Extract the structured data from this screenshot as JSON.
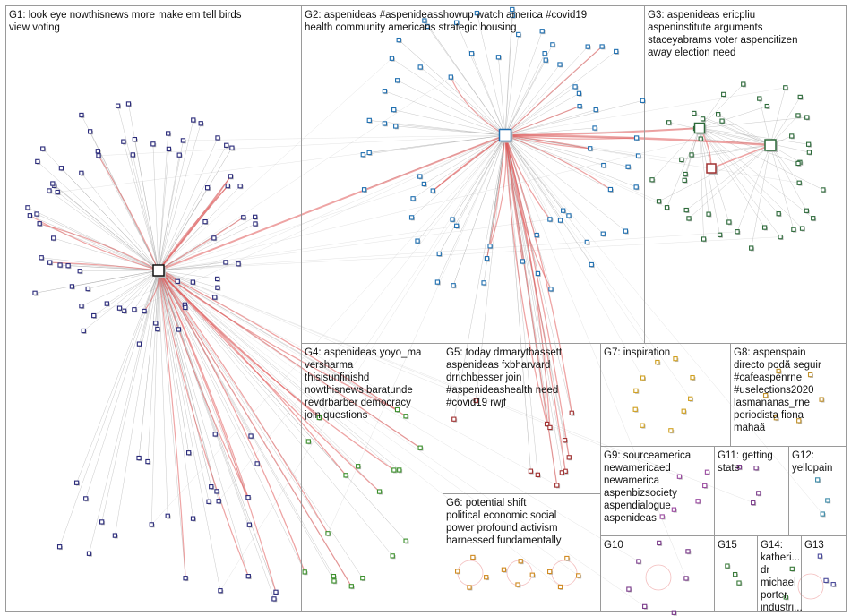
{
  "colors": {
    "border": "#9a9a9a",
    "edge": "#9a9a9a",
    "edge_highlight": "#e05a5a",
    "node_shadow": "#bdbdbd",
    "g1": "#2a2a7a",
    "g2": "#1f6fb0",
    "g3": "#2d6a3a",
    "g4": "#3a8f2a",
    "g5": "#a03030",
    "g6": "#d08a20",
    "g7": "#d0a020",
    "g8": "#c0902a",
    "g9": "#9a4aa0",
    "g10": "#7a3a8a",
    "g11": "#7a3a8a",
    "g12": "#3a8aa8",
    "g13": "#4a4a9a",
    "g14": "#3a7a3a",
    "g15": "#3a7a3a"
  },
  "groups": [
    {
      "id": "G1",
      "label": "G1: look eye nowthisnews more make em tell birds view voting"
    },
    {
      "id": "G2",
      "label": "G2: aspenideas #aspenideasshowup watch america #covid19 health community americans strategic housing"
    },
    {
      "id": "G3",
      "label": "G3: aspenideas ericpliu aspeninstitute arguments staceyabrams voter aspencitizen away election need"
    },
    {
      "id": "G4",
      "label": "G4: aspenideas yoyo_ma versharma thisisunfinishd nowthisnews baratunde revdrbarber democracy join questions"
    },
    {
      "id": "G5",
      "label": "G5: today drmarytbassett aspenideas fxbharvard drrichbesser join #aspenideashealth need #covid19 rwjf"
    },
    {
      "id": "G6",
      "label": "G6: potential shift political economic social power profound activism harnessed fundamentally"
    },
    {
      "id": "G7",
      "label": "G7: inspiration"
    },
    {
      "id": "G8",
      "label": "G8: aspenspain directo podã seguir #cafeaspenrne #uselections2020 lasmananas_rne periodista fiona mahaã"
    },
    {
      "id": "G9",
      "label": "G9: sourceamerica newamericaed newamerica aspenbizsociety aspendialogue aspenideas"
    },
    {
      "id": "G10",
      "label": "G10"
    },
    {
      "id": "G11",
      "label": "G11: getting state"
    },
    {
      "id": "G12",
      "label": "G12: yellopain"
    },
    {
      "id": "G13",
      "label": "G13"
    },
    {
      "id": "G14",
      "label": "G14: katheri... dr michael porter industri..."
    },
    {
      "id": "G15",
      "label": "G15"
    }
  ],
  "hubs": [
    {
      "name": "nowthisnews",
      "group": "G1"
    },
    {
      "name": "aspenideas",
      "group": "G2"
    },
    {
      "name": "aspeninstitute",
      "group": "G3"
    },
    {
      "name": "ericpliu",
      "group": "G3"
    }
  ]
}
